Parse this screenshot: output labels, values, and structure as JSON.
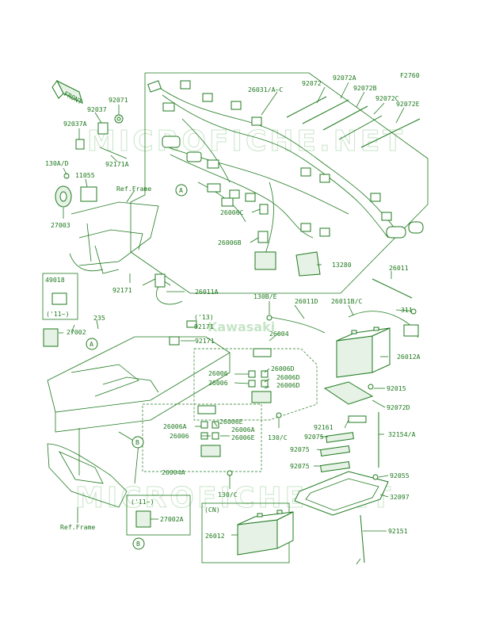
{
  "figure_code": "F2760",
  "front_tag": "FRONT",
  "watermarks": [
    "MICROFICHE.NET",
    "MICROFICHE.NET"
  ],
  "kawasaki_mark": "Kawasaki",
  "labels": {
    "l92071": "92071",
    "l92037": "92037",
    "l92037A": "92037A",
    "l92171A": "92171A",
    "l130AD": "130A/D",
    "l11055": "11055",
    "lRefFrame1": "Ref.Frame",
    "l27003": "27003",
    "l26031": "26031/A~C",
    "l92072": "92072",
    "l92072A": "92072A",
    "l92072B": "92072B",
    "l92072C": "92072C",
    "l92072E": "92072E",
    "l26006C": "26006C",
    "l26006B": "26006B",
    "l13280": "13280",
    "l26011": "26011",
    "l49018": "49018",
    "l11up1": "('11~)",
    "l92171": "92171",
    "l26011A": "26011A",
    "l130BE": "130B/E",
    "l26011D": "26011D",
    "l26011BC": "26011B/C",
    "l311": "311",
    "l235": "235",
    "l27002": "27002",
    "l13": "('13)",
    "l92171b": "92171",
    "l92171c": "92171",
    "l26004": "26004",
    "l26012A": "26012A",
    "l26006": "26006",
    "l26006D1": "26006D",
    "l26006b": "26006",
    "l26006D2": "26006D",
    "l26006D3": "26006D",
    "l92015": "92015",
    "l92072D": "92072D",
    "l26006A1": "26006A",
    "l26006E1": "26006E",
    "l26006A2": "26006A",
    "l26006c": "26006",
    "l26006E2": "26006E",
    "l130C1": "130/C",
    "l92161": "92161",
    "l32154A": "32154/A",
    "l92075a": "92075",
    "l92075b": "92075",
    "l92075c": "92075",
    "l26004A": "26004A",
    "l92055": "92055",
    "l130C2": "130/C",
    "l32097": "32097",
    "l11up2": "('11~)",
    "l27002A": "27002A",
    "lCN": "(CN)",
    "l26012": "26012",
    "l92151": "92151",
    "lRefFrame2": "Ref.Frame"
  },
  "callouts": {
    "a1": "A",
    "a2": "A",
    "b1": "B",
    "b2": "B"
  }
}
